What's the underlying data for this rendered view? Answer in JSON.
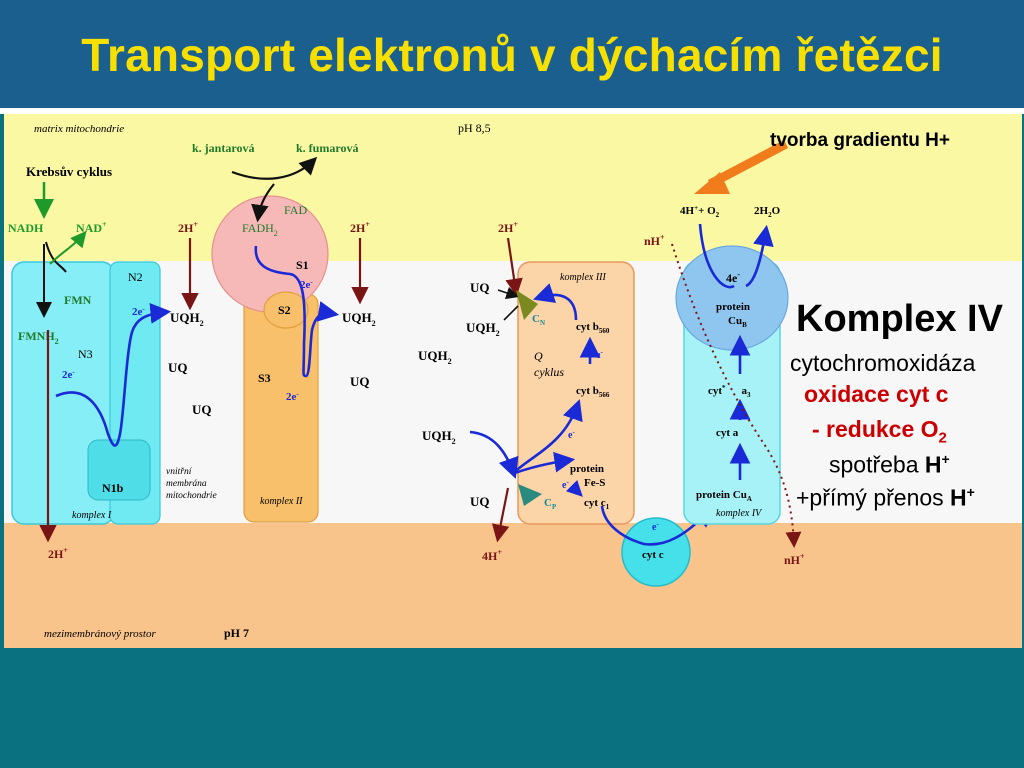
{
  "title": "Transport elektronů v dýchacím řetězci",
  "colors": {
    "title": "#f7e000",
    "header_bg": "#1a5f8e",
    "bottom_bg": "#0a7180",
    "matrix": "#fbf8a4",
    "membrane": "#f7f7f7",
    "intermembrane": "#f9c48c",
    "electron_path": "#1a2ad6",
    "proton_arrow": "#7a1515",
    "highlight_red": "#cc0000"
  },
  "regions": {
    "matrix": "matrix mitochondrie",
    "matrix_ph": "pH 8,5",
    "intermembrane": "mezimembránový prostor",
    "intermembrane_ph": "pH 7",
    "membrane": [
      "vnitřní",
      "membrána",
      "mitochondrie"
    ]
  },
  "complex1": {
    "label": "komplex I",
    "krebs": "Krebsův cyklus",
    "nadh": "NADH",
    "nad": "NAD",
    "fmn": "FMN",
    "fmnh2": "FMNH",
    "n2": "N2",
    "n3": "N3",
    "n1b": "N1b",
    "electrons": "2e",
    "proton_out": "2H"
  },
  "complex2": {
    "label": "komplex II",
    "succinate": "k. jantarová",
    "fumarate": "k. fumarová",
    "fad": "FAD",
    "fadh2": "FADH",
    "s1": "S1",
    "s2": "S2",
    "s3": "S3",
    "electrons": "2e"
  },
  "quinone_pool": {
    "left_h": "2H",
    "left_uqh2": "UQH",
    "uq1": "UQ",
    "uq2": "UQ",
    "right_h": "2H",
    "right_uqh2": "UQH",
    "uq3": "UQ"
  },
  "complex3": {
    "label": "komplex III",
    "h_in": "2H",
    "uq_top": "UQ",
    "uqh2_a": "UQH",
    "uqh2_b": "UQH",
    "uqh2_c": "UQH",
    "uq_bottom": "UQ",
    "cn": "C",
    "cp": "C",
    "cyt_b560": "cyt b",
    "cyt_b566": "cyt b",
    "q_cycle": [
      "Q",
      "cyklus"
    ],
    "protein": "protein",
    "fes": "Fe-S",
    "cyt_c1": "cyt c",
    "electron": "e",
    "h_out": "4H"
  },
  "complex4": {
    "label": "komplex IV",
    "nh_in": "nH",
    "reaction_left": "4H",
    "reaction_plus": "+ O",
    "reaction_right": "2H",
    "reaction_right_tail": "O",
    "e4": "4e",
    "protein_cub": [
      "protein",
      "Cu"
    ],
    "cyt_a3": "cyt",
    "a3": "a",
    "cyt_a": "cyt a",
    "protein_cua": "protein Cu",
    "nh_out": "nH"
  },
  "cyt_c": {
    "electron": "e",
    "label": "cyt c"
  },
  "annotations": {
    "gradient": "tvorba gradientu H+",
    "komplex_iv": "Komplex IV",
    "enzyme": "cytochromoxidáza",
    "oxidation": "oxidace cyt c",
    "reduction_prefix": "- redukce O",
    "reduction_sub": "2",
    "consumption": "spotřeba",
    "transfer": "+přímý přenos",
    "h": "H",
    "plus": "+"
  }
}
